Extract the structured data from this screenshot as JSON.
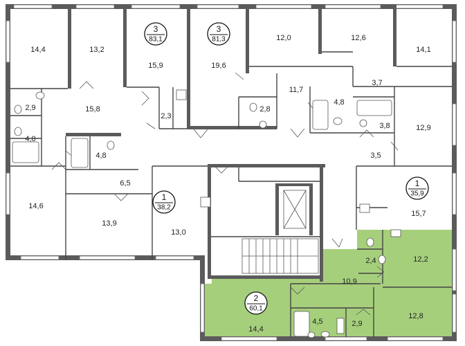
{
  "plan": {
    "colors": {
      "wall": "#5b5b5b",
      "highlight": "#a6cf7c",
      "background": "#ffffff",
      "text": "#222222"
    },
    "rooms": [
      {
        "id": "r1",
        "label": "14,4"
      },
      {
        "id": "r2",
        "label": "13,2"
      },
      {
        "id": "r3",
        "label": "15,9"
      },
      {
        "id": "r4",
        "label": "19,6"
      },
      {
        "id": "r5",
        "label": "12,0"
      },
      {
        "id": "r6",
        "label": "12,6"
      },
      {
        "id": "r7",
        "label": "14,1"
      },
      {
        "id": "r8",
        "label": "3,7"
      },
      {
        "id": "r9",
        "label": "11,7"
      },
      {
        "id": "r10",
        "label": "4,8"
      },
      {
        "id": "r11",
        "label": "2,8"
      },
      {
        "id": "r12",
        "label": "2,9"
      },
      {
        "id": "r13",
        "label": "15,8"
      },
      {
        "id": "r14",
        "label": "2,3"
      },
      {
        "id": "r15",
        "label": "4,0"
      },
      {
        "id": "r16",
        "label": "4,8"
      },
      {
        "id": "r17",
        "label": "3,8"
      },
      {
        "id": "r18",
        "label": "12,9"
      },
      {
        "id": "r19",
        "label": "3,5"
      },
      {
        "id": "r20",
        "label": "6,5"
      },
      {
        "id": "r21",
        "label": "14,6"
      },
      {
        "id": "r22",
        "label": "13,9"
      },
      {
        "id": "r23",
        "label": "13,0"
      },
      {
        "id": "r24",
        "label": "15,7"
      },
      {
        "id": "r25",
        "label": "2,4"
      },
      {
        "id": "r26",
        "label": "12,2"
      },
      {
        "id": "r27",
        "label": "10,9"
      },
      {
        "id": "r28",
        "label": "14,4"
      },
      {
        "id": "r29",
        "label": "4,5"
      },
      {
        "id": "r30",
        "label": "2,9"
      },
      {
        "id": "r31",
        "label": "12,8"
      }
    ],
    "apartments": [
      {
        "id": "a1",
        "rooms": "3",
        "area": "83,1",
        "highlighted": false
      },
      {
        "id": "a2",
        "rooms": "3",
        "area": "81,3",
        "highlighted": false
      },
      {
        "id": "a3",
        "rooms": "1",
        "area": "38,2",
        "highlighted": false
      },
      {
        "id": "a4",
        "rooms": "1",
        "area": "35,9",
        "highlighted": false
      },
      {
        "id": "a5",
        "rooms": "2",
        "area": "60,1",
        "highlighted": true
      }
    ]
  }
}
